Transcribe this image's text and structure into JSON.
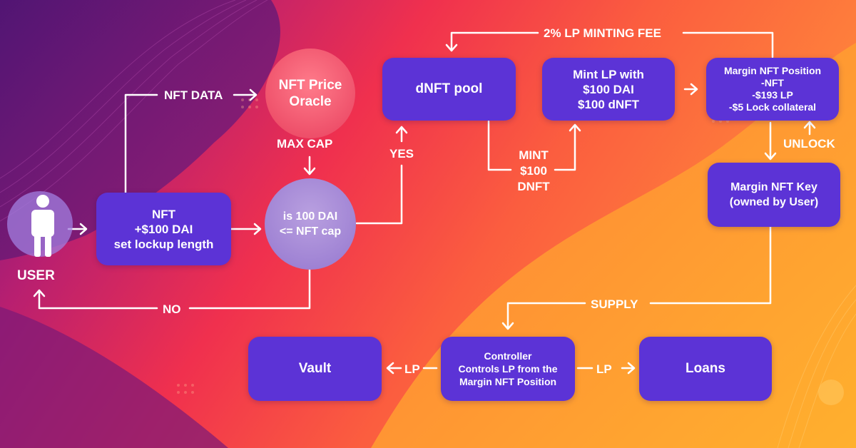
{
  "colors": {
    "box_fill": "#5c33d6",
    "arrow": "#ffffff",
    "oracle_fill": "#f0506e",
    "check_fill": "#a48ad6",
    "user_icon_bg": "#a27fe0"
  },
  "user": {
    "label": "USER",
    "icon": "person-icon"
  },
  "boxes": {
    "nft_input": [
      "NFT",
      "+$100 DAI",
      "set lockup length"
    ],
    "dnft_pool": [
      "dNFT pool"
    ],
    "mint_lp": [
      "Mint LP with",
      "$100 DAI",
      "$100 dNFT"
    ],
    "margin_position": [
      "Margin NFT Position",
      "-NFT",
      "-$193 LP",
      "-$5 Lock collateral"
    ],
    "margin_key": [
      "Margin NFT Key",
      "(owned by User)"
    ],
    "controller": [
      "Controller",
      "Controls LP from the",
      "Margin NFT Position"
    ],
    "vault": [
      "Vault"
    ],
    "loans": [
      "Loans"
    ]
  },
  "circles": {
    "oracle": [
      "NFT Price",
      "Oracle"
    ],
    "cap_check": [
      "is 100 DAI",
      "<= NFT cap"
    ]
  },
  "edge_labels": {
    "nft_data": "NFT DATA",
    "max_cap": "MAX CAP",
    "yes": "YES",
    "no": "NO",
    "mint": [
      "MINT",
      "$100",
      "DNFT"
    ],
    "minting_fee": "2% LP MINTING FEE",
    "unlock": "UNLOCK",
    "supply": "SUPPLY",
    "lp_left": "LP",
    "lp_right": "LP"
  }
}
